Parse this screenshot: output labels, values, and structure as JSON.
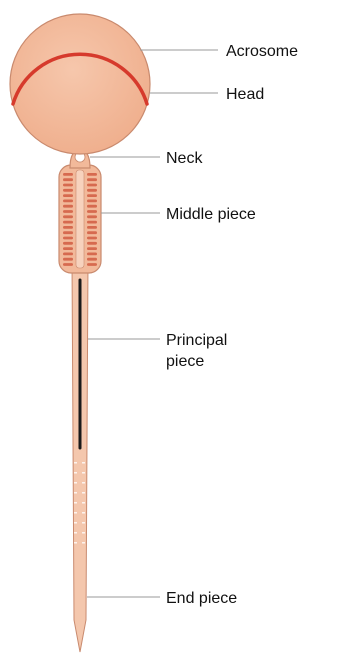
{
  "labels": {
    "acrosome": "Acrosome",
    "head": "Head",
    "neck": "Neck",
    "middle_piece": "Middle piece",
    "principal_piece_line1": "Principal",
    "principal_piece_line2": "piece",
    "end_piece": "End piece"
  },
  "colors": {
    "body_fill": "#f2b99a",
    "body_stroke": "#c98a6e",
    "acrosome": "#d63a2c",
    "mitochondria": "#d66a4f",
    "axial_filament": "#1a1a1a",
    "leader_line": "#9a9a9a",
    "tail_fill": "#f4c7ad"
  }
}
